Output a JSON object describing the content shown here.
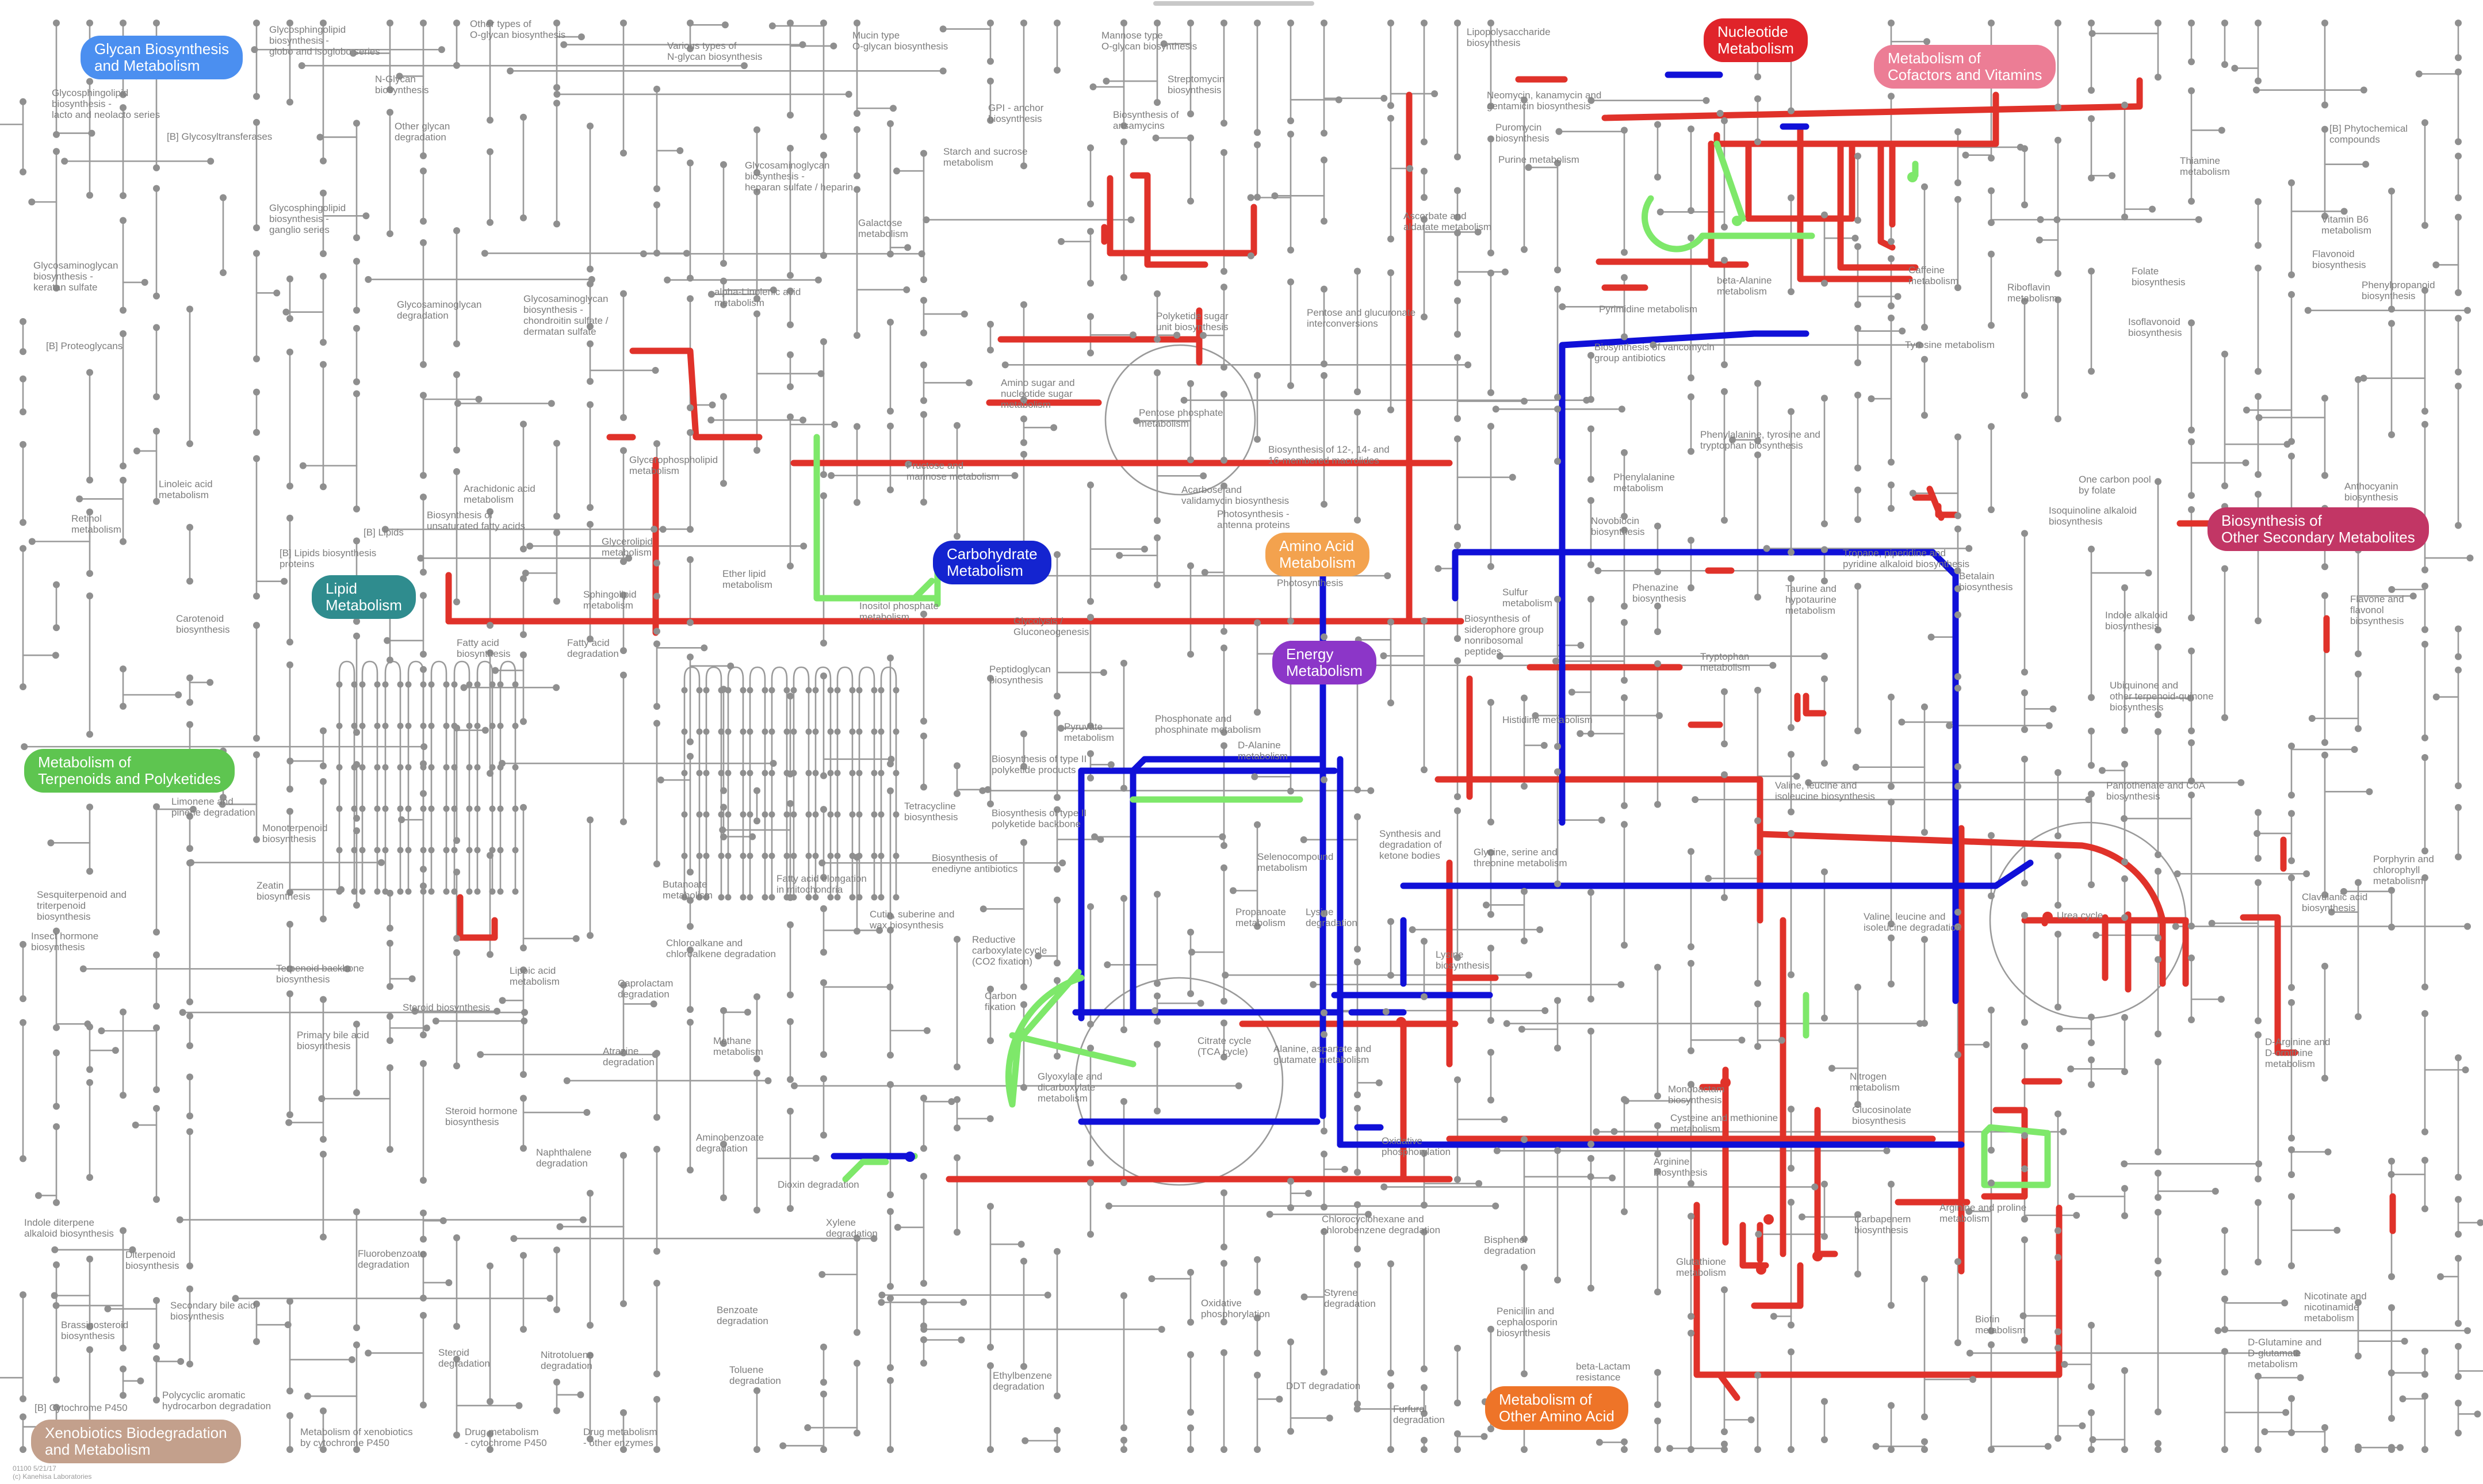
{
  "colors": {
    "network": "#9a9a9a",
    "node": "#8f8f8f",
    "red": "#e0322a",
    "blue": "#1010d8",
    "green": "#7ee86a"
  },
  "categories": [
    {
      "id": "glycan",
      "line1": "Glycan Biosynthesis",
      "line2": "and Metabolism",
      "color": "#4b8ff0"
    },
    {
      "id": "nucleotide",
      "line1": "Nucleotide",
      "line2": "Metabolism",
      "color": "#e0242a"
    },
    {
      "id": "cofactors",
      "line1": "Metabolism of",
      "line2": "Cofactors and Vitamins",
      "color": "#ec7d95"
    },
    {
      "id": "carbohydrate",
      "line1": "Carbohydrate",
      "line2": "Metabolism",
      "color": "#1424d0"
    },
    {
      "id": "amino",
      "line1": "Amino Acid",
      "line2": "Metabolism",
      "color": "#f3a24e"
    },
    {
      "id": "energy",
      "line1": "Energy",
      "line2": "Metabolism",
      "color": "#8c36c8"
    },
    {
      "id": "lipid",
      "line1": "Lipid",
      "line2": "Metabolism",
      "color": "#2f8c8e"
    },
    {
      "id": "terpenoids",
      "line1": "Metabolism of",
      "line2": "Terpenoids and Polyketides",
      "color": "#5ec550"
    },
    {
      "id": "secondary",
      "line1": "Biosynthesis of",
      "line2": "Other Secondary Metabolites",
      "color": "#c23665"
    },
    {
      "id": "xenobiotics",
      "line1": "Xenobiotics Biodegradation",
      "line2": "and Metabolism",
      "color": "#c3a08c"
    },
    {
      "id": "other_amino",
      "line1": "Metabolism of",
      "line2": "Other Amino Acid",
      "color": "#ee7428"
    }
  ],
  "labels": [
    {
      "id": "glycosphingolipid-globo",
      "text": "Glycosphingolipid\nbiosynthesis -\nglobo and isoglobo series"
    },
    {
      "id": "other-o-glycan",
      "text": "Other types of\nO-glycan biosynthesis"
    },
    {
      "id": "various-n-glycan",
      "text": "Various types of\nN-glycan biosynthesis"
    },
    {
      "id": "mucin-o-glycan",
      "text": "Mucin type\nO-glycan biosynthesis"
    },
    {
      "id": "mannose-o-glycan",
      "text": "Mannose type\nO-glycan biosynthesis"
    },
    {
      "id": "lipopolysaccharide",
      "text": "Lipopolysaccharide\nbiosynthesis"
    },
    {
      "id": "glycosphingolipid-lacto",
      "text": "Glycosphingolipid\nbiosynthesis -\nlacto and neolacto series"
    },
    {
      "id": "n-glycan",
      "text": "N-Glycan\nbiosynthesis"
    },
    {
      "id": "glycosyltransferases",
      "text": "[B] Glycosyltransferases"
    },
    {
      "id": "other-glycan-degradation",
      "text": "Other glycan\ndegradation"
    },
    {
      "id": "gpi-anchor",
      "text": "GPI - anchor\nbiosynthesis"
    },
    {
      "id": "streptomycin",
      "text": "Streptomycin\nbiosynthesis"
    },
    {
      "id": "neomycin",
      "text": "Neomycin, kanamycin and\ngentamicin biosynthesis"
    },
    {
      "id": "biosynthesis-ansamycins",
      "text": "Biosynthesis of\nansamycins"
    },
    {
      "id": "phytochemical",
      "text": "[B] Phytochemical\ncompounds"
    },
    {
      "id": "thiamine",
      "text": "Thiamine\nmetabolism"
    },
    {
      "id": "purine",
      "text": "Purine metabolism"
    },
    {
      "id": "puromycin",
      "text": "Puromycin\nbiosynthesis"
    },
    {
      "id": "starch-sucrose",
      "text": "Starch and sucrose\nmetabolism"
    },
    {
      "id": "glycosaminoglycan-heparan",
      "text": "Glycosaminoglycan\nbiosynthesis -\nheparan sulfate / heparin"
    },
    {
      "id": "glycosphingolipid-ganglio",
      "text": "Glycosphingolipid\nbiosynthesis -\nganglio series"
    },
    {
      "id": "galactose",
      "text": "Galactose\nmetabolism"
    },
    {
      "id": "ascorbate-aldarate",
      "text": "Ascorbate and\naldarate metabolism"
    },
    {
      "id": "glycosaminoglycan-keratan",
      "text": "Glycosaminoglycan\nbiosynthesis -\nkeratan sulfate"
    },
    {
      "id": "alpha-linolenic",
      "text": "alpha-Linolenic acid\nmetabolism"
    },
    {
      "id": "beta-alanine",
      "text": "beta-Alanine\nmetabolism"
    },
    {
      "id": "caffeine",
      "text": "Caffeine\nmetabolism"
    },
    {
      "id": "riboflavin",
      "text": "Riboflavin\nmetabolism"
    },
    {
      "id": "vitamin-b6",
      "text": "Vitamin B6\nmetabolism"
    },
    {
      "id": "flavonoid",
      "text": "Flavonoid\nbiosynthesis"
    },
    {
      "id": "folate",
      "text": "Folate\nbiosynthesis"
    },
    {
      "id": "phenylpropanoid",
      "text": "Phenylpropanoid\nbiosynthesis"
    },
    {
      "id": "glycosaminoglycan-degradation",
      "text": "Glycosaminoglycan\ndegradation"
    },
    {
      "id": "glycosaminoglycan-chondroitin",
      "text": "Glycosaminoglycan\nbiosynthesis -\nchondroitin sulfate /\ndermatan sulfate"
    },
    {
      "id": "polyketide-sugar",
      "text": "Polyketide sugar\nunit biosynthesis"
    },
    {
      "id": "pentose-glucuronate",
      "text": "Pentose and glucuronate\ninterconversions"
    },
    {
      "id": "pyrimidine",
      "text": "Pyrimidine metabolism"
    },
    {
      "id": "isoflavonoid",
      "text": "Isoflavonoid\nbiosynthesis"
    },
    {
      "id": "proteoglycans",
      "text": "[B] Proteoglycans"
    },
    {
      "id": "vancomycin",
      "text": "Biosynthesis of vancomycin\ngroup antibiotics"
    },
    {
      "id": "tyrosine",
      "text": "Tyrosine metabolism"
    },
    {
      "id": "amino-nucleotide-sugar",
      "text": "Amino sugar and\nnucleotide sugar\nmetabolism"
    },
    {
      "id": "pentose-phosphate",
      "text": "Pentose phosphate\nmetabolism"
    },
    {
      "id": "glycerophospholipid",
      "text": "Glycerophospholipid\nmetabolism"
    },
    {
      "id": "fructose-mannose",
      "text": "Fructose and\nmannose metabolism"
    },
    {
      "id": "phe-tyr-trp",
      "text": "Phenylalanine, tyrosine and\ntryptophan biosynthesis"
    },
    {
      "id": "linoleic",
      "text": "Linoleic acid\nmetabolism"
    },
    {
      "id": "arachidonic",
      "text": "Arachidonic acid\nmetabolism"
    },
    {
      "id": "macrolides",
      "text": "Biosynthesis of 12-, 14- and\n16-membered macrolides"
    },
    {
      "id": "one-carbon",
      "text": "One carbon pool\nby folate"
    },
    {
      "id": "anthocyanin",
      "text": "Anthocyanin\nbiosynthesis"
    },
    {
      "id": "retinol",
      "text": "Retinol\nmetabolism"
    },
    {
      "id": "lipids-b",
      "text": "[B] Lipids"
    },
    {
      "id": "unsaturated-fatty",
      "text": "Biosynthesis of\nunsaturated fatty acids"
    },
    {
      "id": "acarbose",
      "text": "Acarbose and\nvalidamycin biosynthesis"
    },
    {
      "id": "phenylalanine",
      "text": "Phenylalanine\nmetabolism"
    },
    {
      "id": "isoquinoline",
      "text": "Isoquinoline alkaloid\nbiosynthesis"
    },
    {
      "id": "lipids-biosynthesis-proteins",
      "text": "[B] Lipids biosynthesis\nproteins"
    },
    {
      "id": "glycerolipid",
      "text": "Glycerolipid\nmetabolism"
    },
    {
      "id": "photosynthesis-antenna",
      "text": "Photosynthesis -\nantenna proteins"
    },
    {
      "id": "novobiocin",
      "text": "Novobiocin\nbiosynthesis"
    },
    {
      "id": "tropane",
      "text": "Tropane, piperidine and\npyridine alkaloid biosynthesis"
    },
    {
      "id": "ether-lipid",
      "text": "Ether lipid\nmetabolism"
    },
    {
      "id": "sphingolipid",
      "text": "Sphingolipid\nmetabolism"
    },
    {
      "id": "inositol-phosphate",
      "text": "Inositol phosphate\nmetabolism"
    },
    {
      "id": "photosynthesis",
      "text": "Photosynthesis"
    },
    {
      "id": "sulfur",
      "text": "Sulfur\nmetabolism"
    },
    {
      "id": "phenazine",
      "text": "Phenazine\nbiosynthesis"
    },
    {
      "id": "taurine",
      "text": "Taurine and\nhypotaurine\nmetabolism"
    },
    {
      "id": "betalain",
      "text": "Betalain\nbiosynthesis"
    },
    {
      "id": "carotenoid",
      "text": "Carotenoid\nbiosynthesis"
    },
    {
      "id": "fatty-acid-biosynthesis",
      "text": "Fatty acid\nbiosynthesis"
    },
    {
      "id": "fatty-acid-degradation",
      "text": "Fatty acid\ndegradation"
    },
    {
      "id": "glycolysis",
      "text": "Glycolysis /\nGluconeogenesis"
    },
    {
      "id": "siderophore",
      "text": "Biosynthesis of\nsiderophore group\nnonribosomal\npeptides"
    },
    {
      "id": "indole-alkaloid",
      "text": "Indole alkaloid\nbiosynthesis"
    },
    {
      "id": "flavone",
      "text": "Flavone and\nflavonol\nbiosynthesis"
    },
    {
      "id": "peptidoglycan",
      "text": "Peptidoglycan\nbiosynthesis"
    },
    {
      "id": "tryptophan",
      "text": "Tryptophan\nmetabolism"
    },
    {
      "id": "ubiquinone",
      "text": "Ubiquinone and\nother terpenoid-quinone\nbiosynthesis"
    },
    {
      "id": "histidine",
      "text": "Histidine metabolism"
    },
    {
      "id": "pyruvate",
      "text": "Pyruvate\nmetabolism"
    },
    {
      "id": "phosphonate",
      "text": "Phosphonate and\nphosphinate metabolism"
    },
    {
      "id": "streptomycin-2",
      "text": "Streptomycin\nbiosynthesis"
    },
    {
      "id": "d-alanine",
      "text": "D-Alanine\nmetabolism"
    },
    {
      "id": "type-ii-polyketide-products",
      "text": "Biosynthesis of type II\npolyketide products"
    },
    {
      "id": "pantothenate",
      "text": "Pantothenate and CoA\nbiosynthesis"
    },
    {
      "id": "limonene",
      "text": "Limonene and\npinene degradation"
    },
    {
      "id": "tetracycline",
      "text": "Tetracycline\nbiosynthesis"
    },
    {
      "id": "type-ii-polyketide-backbone",
      "text": "Biosynthesis of type II\npolyketide backbone"
    },
    {
      "id": "valine-leucine-biosynthesis",
      "text": "Valine, leucine and\nisoleucine biosynthesis"
    },
    {
      "id": "monoterpenoid",
      "text": "Monoterpenoid\nbiosynthesis"
    },
    {
      "id": "synthesis-ketone",
      "text": "Synthesis and\ndegradation of\nketone bodies"
    },
    {
      "id": "zeatin",
      "text": "Zeatin\nbiosynthesis"
    },
    {
      "id": "selenocompound",
      "text": "Selenocompound\nmetabolism"
    },
    {
      "id": "glycine-serine",
      "text": "Glycine, serine and\nthreonine metabolism"
    },
    {
      "id": "porphyrin",
      "text": "Porphyrin and\nchlorophyll\nmetabolism"
    },
    {
      "id": "enediyne",
      "text": "Biosynthesis of\nenediyne antibiotics"
    },
    {
      "id": "butanoate",
      "text": "Butanoate\nmetabolism"
    },
    {
      "id": "fatty-acid-elongation",
      "text": "Fatty acid elongation\nin mitochondria"
    },
    {
      "id": "sesquiterpenoid",
      "text": "Sesquiterpenoid and\ntriterpenoid\nbiosynthesis"
    },
    {
      "id": "cutin",
      "text": "Cutin, suberine and\nwax biosynthesis"
    },
    {
      "id": "propanoate",
      "text": "Propanoate\nmetabolism"
    },
    {
      "id": "lysine-degradation",
      "text": "Lysine\ndegradation"
    },
    {
      "id": "urea-cycle",
      "text": "Urea cycle"
    },
    {
      "id": "valine-leucine-degradation",
      "text": "Valine, leucine and\nisoleucine degradation"
    },
    {
      "id": "clavulanic",
      "text": "Clavulanic acid\nbiosynthesis"
    },
    {
      "id": "insect-hormone",
      "text": "Insect hormone\nbiosynthesis"
    },
    {
      "id": "chloroalkane",
      "text": "Chloroalkane and\nchloroalkene degradation"
    },
    {
      "id": "reductive-carboxylate",
      "text": "Reductive\ncarboxylate cycle\n(CO2 fixation)"
    },
    {
      "id": "terpenoid-backbone",
      "text": "Terpenoid backbone\nbiosynthesis"
    },
    {
      "id": "lipoic-acid",
      "text": "Lipoic acid\nmetabolism"
    },
    {
      "id": "lysine-biosynthesis",
      "text": "Lysine\nbiosynthesis"
    },
    {
      "id": "steroid-biosynthesis",
      "text": "Steroid biosynthesis"
    },
    {
      "id": "caprolactam",
      "text": "Caprolactam\ndegradation"
    },
    {
      "id": "carbon-fixation",
      "text": "Carbon\nfixation"
    },
    {
      "id": "citrate-cycle",
      "text": "Citrate cycle\n(TCA cycle)"
    },
    {
      "id": "alanine-aspartate",
      "text": "Alanine, aspartate and\nglutamate metabolism"
    },
    {
      "id": "primary-bile",
      "text": "Primary bile acid\nbiosynthesis"
    },
    {
      "id": "atrazine",
      "text": "Atrazine\ndegradation"
    },
    {
      "id": "methane",
      "text": "Methane\nmetabolism"
    },
    {
      "id": "glyoxylate",
      "text": "Glyoxylate and\ndicarboxylate\nmetabolism"
    },
    {
      "id": "d-arginine",
      "text": "D-Arginine and\nD-ornithine\nmetabolism"
    },
    {
      "id": "steroid-hormone",
      "text": "Steroid hormone\nbiosynthesis"
    },
    {
      "id": "monobactam",
      "text": "Monobactam\nbiosynthesis"
    },
    {
      "id": "nitrogen",
      "text": "Nitrogen\nmetabolism"
    },
    {
      "id": "glucosinolate",
      "text": "Glucosinolate\nbiosynthesis"
    },
    {
      "id": "aminobenzoate",
      "text": "Aminobenzoate\ndegradation"
    },
    {
      "id": "naphthalene",
      "text": "Naphthalene\ndegradation"
    },
    {
      "id": "cysteine-methionine",
      "text": "Cysteine and methionine\nmetabolism"
    },
    {
      "id": "arginine-biosynthesis",
      "text": "Arginine\nbiosynthesis"
    },
    {
      "id": "oxidative-phosphorylation-top",
      "text": "Oxidative\nphosphorylation"
    },
    {
      "id": "arginine-proline",
      "text": "Arginine and proline\nmetabolism"
    },
    {
      "id": "dioxin",
      "text": "Dioxin degradation"
    },
    {
      "id": "indole-diterpene",
      "text": "Indole diterpene\nalkaloid biosynthesis"
    },
    {
      "id": "xylene",
      "text": "Xylene\ndegradation"
    },
    {
      "id": "nitrotoluene",
      "text": "Chlorocyclohexane and\nchlorobenzene degradation"
    },
    {
      "id": "bisphenol",
      "text": "Bisphenol\ndegradation"
    },
    {
      "id": "carbapenem",
      "text": "Carbapenem\nbiosynthesis"
    },
    {
      "id": "diterpenoid",
      "text": "Diterpenoid\nbiosynthesis"
    },
    {
      "id": "fluorobenzoate",
      "text": "Fluorobenzoate\ndegradation"
    },
    {
      "id": "glutathione",
      "text": "Glutathione\nmetabolism"
    },
    {
      "id": "benzoate",
      "text": "Benzoate\ndegradation"
    },
    {
      "id": "oxidative-phosphorylation",
      "text": "Oxidative\nphosphorylation"
    },
    {
      "id": "styrene",
      "text": "Styrene\ndegradation"
    },
    {
      "id": "penicillin",
      "text": "Penicillin and\ncephalosporin\nbiosynthesis"
    },
    {
      "id": "biotin",
      "text": "Biotin\nmetabolism"
    },
    {
      "id": "nicotinate",
      "text": "Nicotinate and\nnicotinamide\nmetabolism"
    },
    {
      "id": "secondary-bile",
      "text": "Secondary bile acid\nbiosynthesis"
    },
    {
      "id": "brassinosteroid",
      "text": "Brassinosteroid\nbiosynthesis"
    },
    {
      "id": "steroid-degradation",
      "text": "Steroid\ndegradation"
    },
    {
      "id": "nitrotoluene-2",
      "text": "Nitrotoluene\ndegradation"
    },
    {
      "id": "toluene",
      "text": "Toluene\ndegradation"
    },
    {
      "id": "d-glutamine",
      "text": "D-Glutamine and\nD-glutamate\nmetabolism"
    },
    {
      "id": "beta-lactam",
      "text": "beta-Lactam\nresistance"
    },
    {
      "id": "polycyclic-aromatic",
      "text": "Polycyclic aromatic\nhydrocarbon degradation"
    },
    {
      "id": "ethylbenzene",
      "text": "Ethylbenzene\ndegradation"
    },
    {
      "id": "ddt",
      "text": "DDT degradation"
    },
    {
      "id": "furfural",
      "text": "Furfural\ndegradation"
    },
    {
      "id": "cytochrome-p450",
      "text": "[B] Cytochrome P450"
    },
    {
      "id": "xenobiotics-p450",
      "text": "Metabolism of xenobiotics\nby cytochrome P450"
    },
    {
      "id": "drug-p450",
      "text": "Drug metabolism\n- cytochrome P450"
    },
    {
      "id": "drug-other",
      "text": "Drug metabolism\n- other enzymes"
    },
    {
      "id": "aminoacyl-trna",
      "text": "Selenocompound"
    }
  ],
  "footer": {
    "line1": "01100 5/21/17",
    "line2": "(c) Kanehisa Laboratories"
  }
}
